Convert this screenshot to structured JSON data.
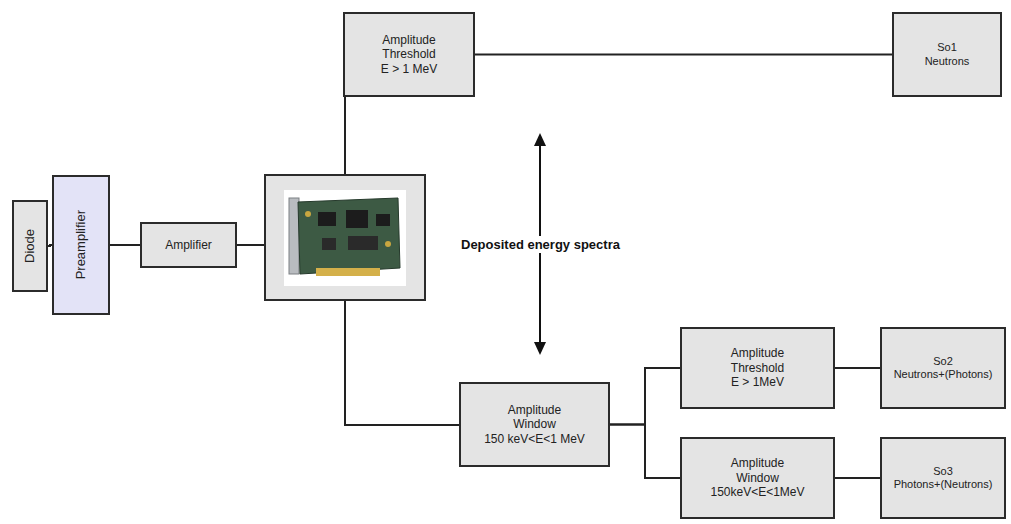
{
  "diagram": {
    "nodes": [
      {
        "text": [
          "Diode"
        ]
      },
      {
        "text": [
          "Preamplifier"
        ]
      },
      {
        "text": [
          "Amplifier"
        ]
      },
      {
        "text": [
          "Amplitude Threshold",
          "E > 1 MeV"
        ]
      },
      {
        "text": [
          "So1",
          "Neutrons"
        ]
      },
      {
        "text": [
          "Amplitude Window",
          "150 keV<E<1 MeV"
        ]
      },
      {
        "text": [
          "Amplitude Threshold",
          "E > 1MeV"
        ]
      },
      {
        "text": [
          "So2",
          "Neutrons+(Photons)"
        ]
      },
      {
        "text": [
          "Amplitude Window",
          "150keV<E<1MeV"
        ]
      },
      {
        "text": [
          "So3",
          "Photons+(Neutrons)"
        ]
      }
    ],
    "edges": [
      {
        "from": 0,
        "to": 1,
        "arrow": "none"
      },
      {
        "from": 1,
        "to": 2,
        "arrow": "none"
      },
      {
        "from": 3,
        "to": 4,
        "arrow": "none"
      },
      {
        "from": 5,
        "to": 6,
        "arrow": "none"
      },
      {
        "from": 5,
        "to": 8,
        "arrow": "none"
      },
      {
        "from": 6,
        "to": 7,
        "arrow": "none"
      },
      {
        "from": 8,
        "to": 9,
        "arrow": "none"
      }
    ],
    "labels": [
      "Deposited energy spectra"
    ]
  }
}
